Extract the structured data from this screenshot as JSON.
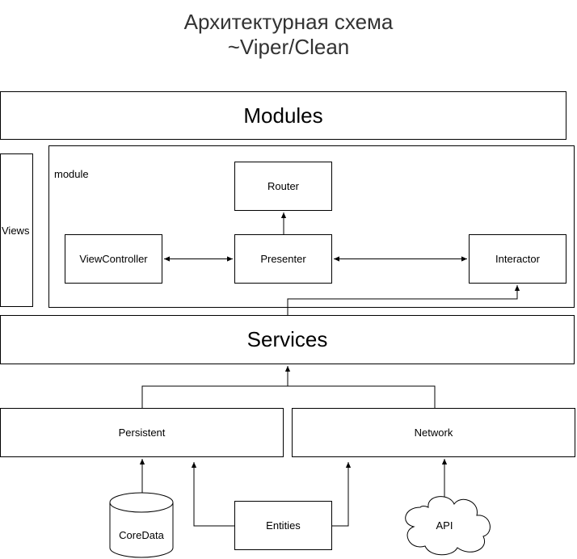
{
  "title": {
    "line1": "Архитектурная схема",
    "line2": "~Viper/Clean"
  },
  "layers": {
    "modules": "Modules",
    "views": "Views",
    "module": "module",
    "services": "Services"
  },
  "module_nodes": {
    "router": "Router",
    "view_controller": "ViewController",
    "presenter": "Presenter",
    "interactor": "Interactor"
  },
  "data_nodes": {
    "persistent": "Persistent",
    "network": "Network",
    "core_data": "CoreData",
    "entities": "Entities",
    "api": "API"
  },
  "edges": [
    {
      "from": "Presenter",
      "to": "Router",
      "type": "one-way"
    },
    {
      "from": "ViewController",
      "to": "Presenter",
      "type": "two-way"
    },
    {
      "from": "Presenter",
      "to": "Interactor",
      "type": "two-way"
    },
    {
      "from": "Services",
      "to": "Interactor",
      "type": "one-way"
    },
    {
      "from": "Persistent",
      "to": "Services",
      "type": "one-way"
    },
    {
      "from": "Network",
      "to": "Services",
      "type": "one-way"
    },
    {
      "from": "CoreData",
      "to": "Persistent",
      "type": "one-way"
    },
    {
      "from": "Entities",
      "to": "Persistent",
      "type": "one-way"
    },
    {
      "from": "Entities",
      "to": "Network",
      "type": "one-way"
    },
    {
      "from": "API",
      "to": "Network",
      "type": "one-way"
    }
  ]
}
